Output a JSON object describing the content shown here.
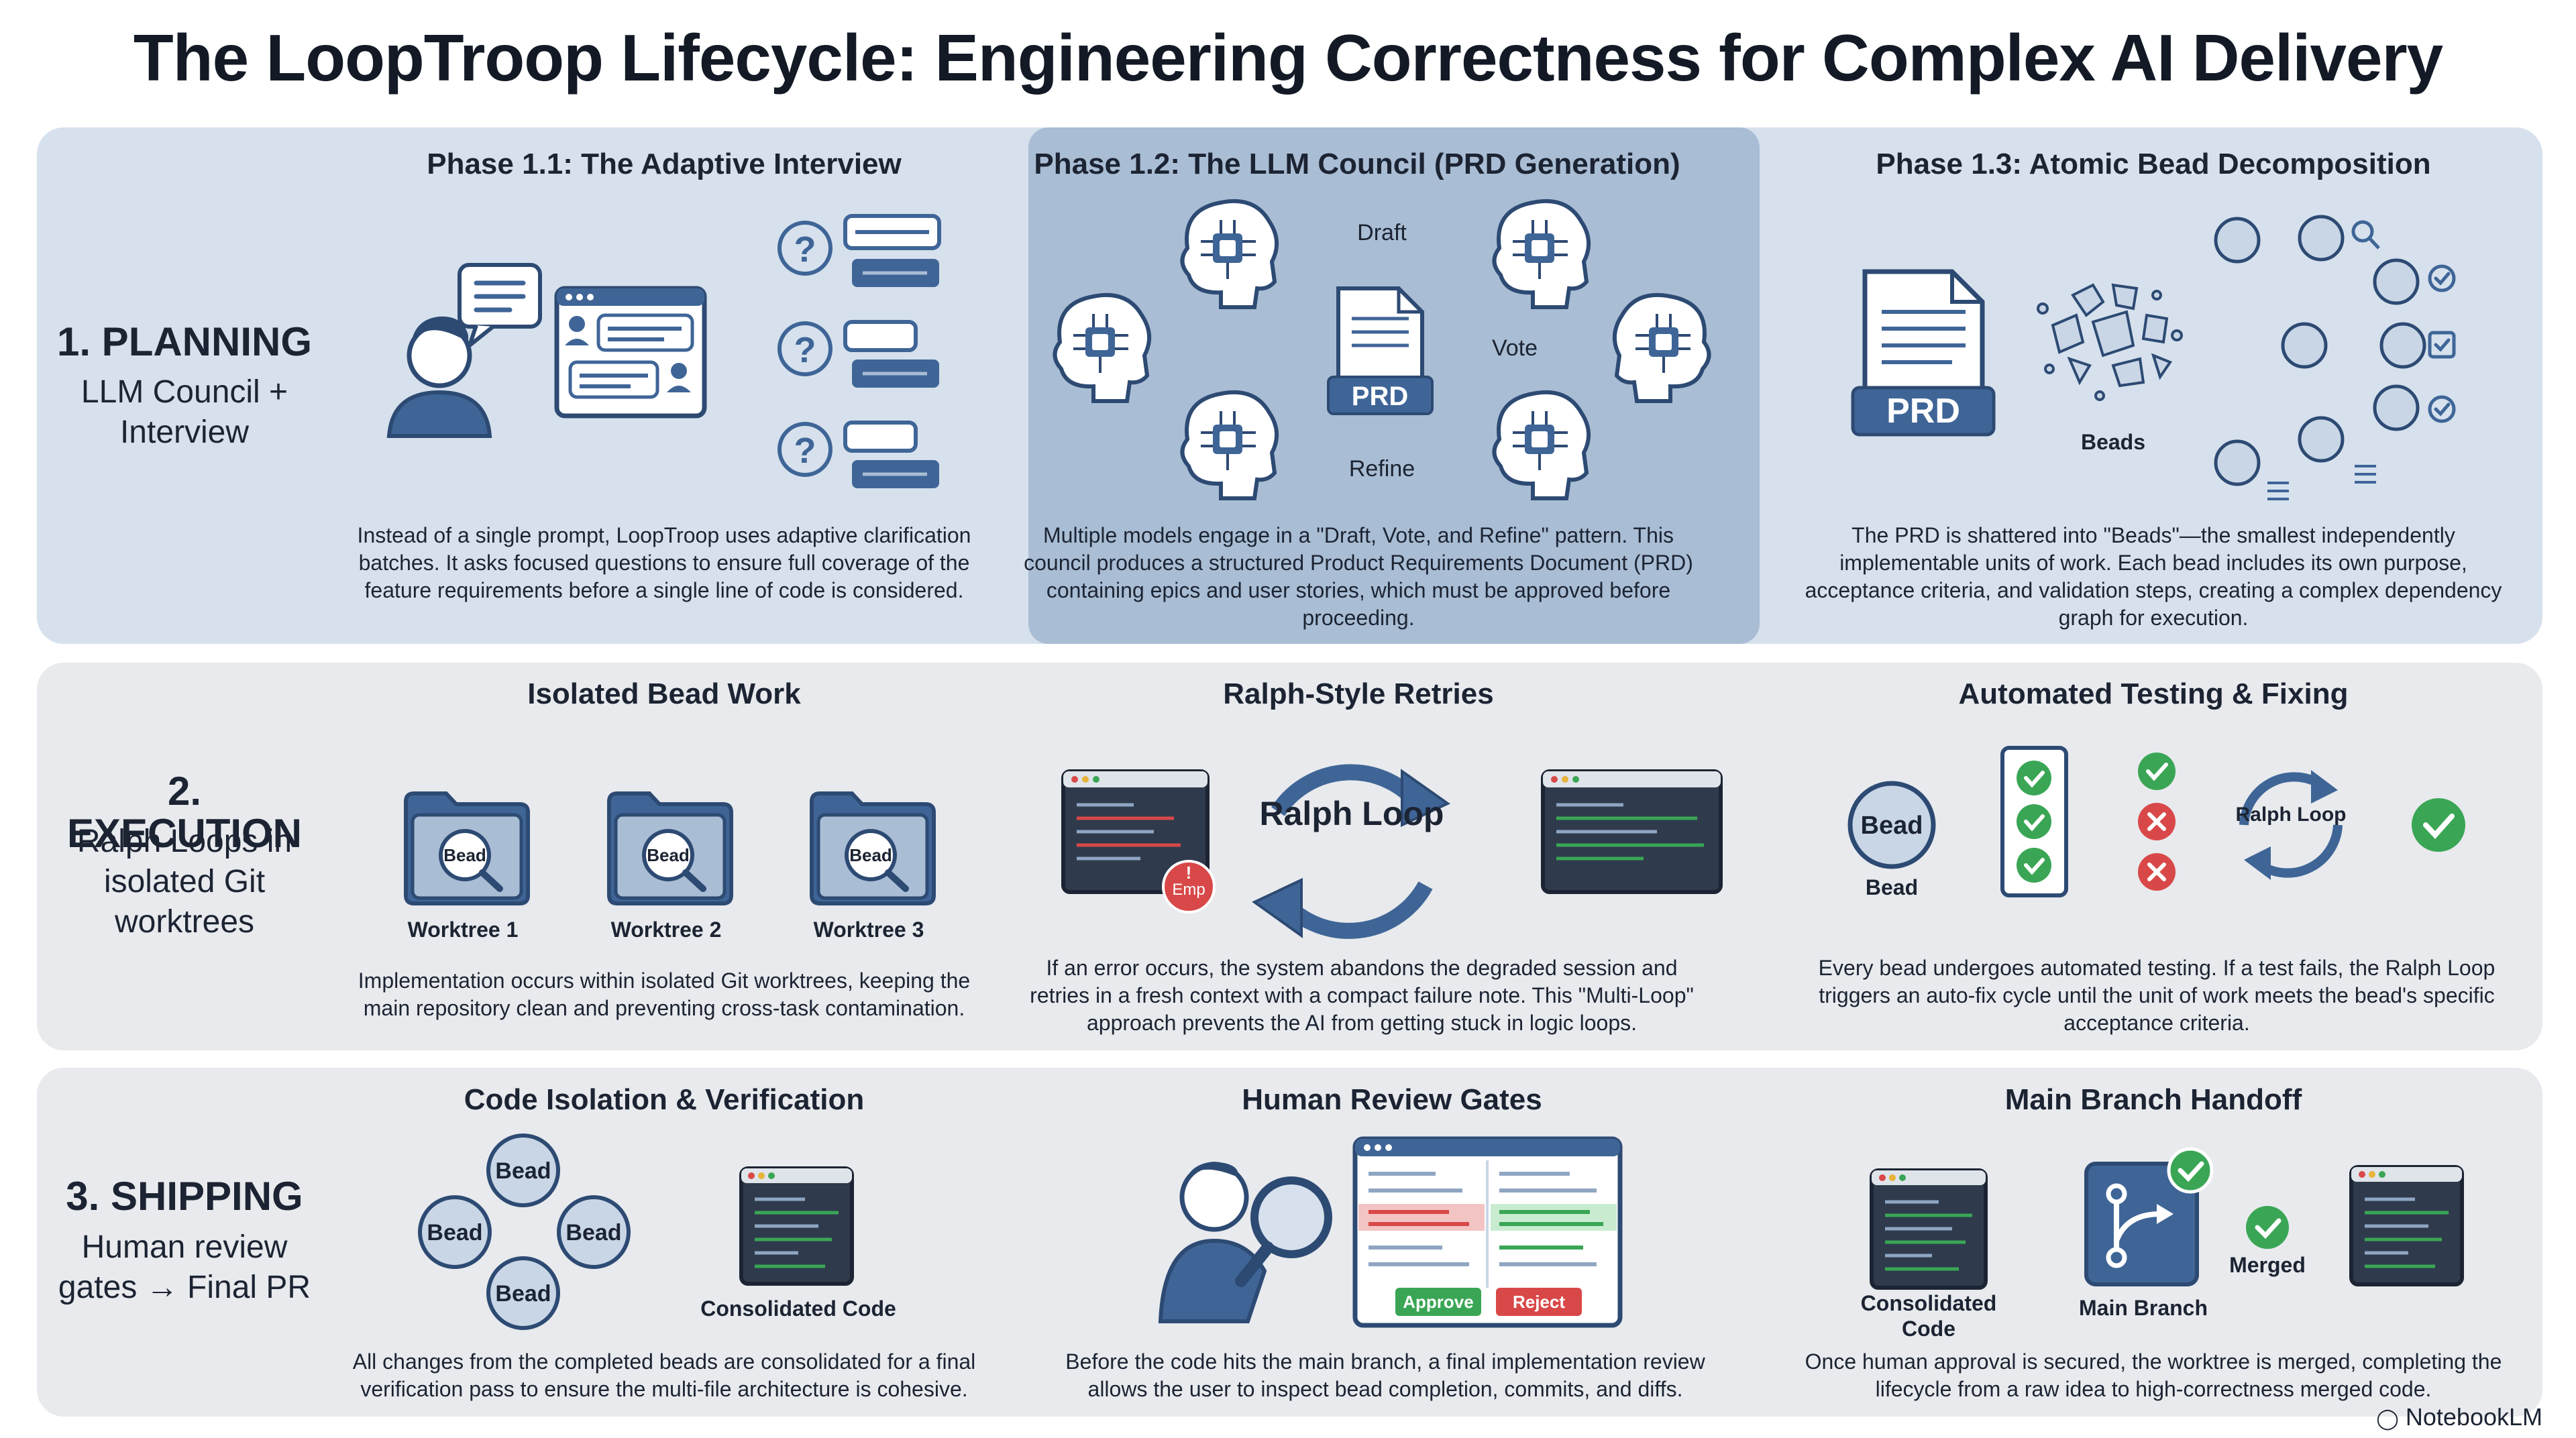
{
  "title": "The LoopTroop Lifecycle: Engineering Correctness for Complex AI Delivery",
  "colors": {
    "accent": "#3f6597",
    "light_band": "#d6e1ed",
    "grey_band": "#e8eaed",
    "highlight": "#a9bdd4",
    "success": "#3aa655",
    "error": "#d94848"
  },
  "phases": [
    {
      "title": "1. PLANNING",
      "subtitle": "LLM Council + Interview",
      "panels": [
        {
          "title": "Phase 1.1: The Adaptive Interview",
          "description": "Instead of a single prompt, LoopTroop uses adaptive clarification batches. It asks focused questions to ensure full coverage of the feature requirements before a single line of code is considered."
        },
        {
          "title": "Phase 1.2: The LLM Council (PRD Generation)",
          "labels": {
            "draft": "Draft",
            "vote": "Vote",
            "refine": "Refine",
            "prd": "PRD"
          },
          "description": "Multiple models engage in a \"Draft, Vote, and Refine\" pattern. This council produces a structured Product Requirements Document (PRD) containing epics and user stories, which must be approved before proceeding."
        },
        {
          "title": "Phase 1.3: Atomic Bead Decomposition",
          "labels": {
            "prd": "PRD",
            "beads": "Beads"
          },
          "description": "The PRD is shattered into \"Beads\"—the smallest independently implementable units of work. Each bead includes its own purpose, acceptance criteria, and validation steps, creating a complex dependency graph for execution."
        }
      ]
    },
    {
      "title": "2. EXECUTION",
      "subtitle": "Ralph Loops in isolated Git worktrees",
      "panels": [
        {
          "title": "Isolated Bead Work",
          "worktrees": [
            "Worktree 1",
            "Worktree 2",
            "Worktree 3"
          ],
          "bead_label": "Bead",
          "description": "Implementation occurs within isolated Git worktrees, keeping the main repository clean and preventing cross-task contamination."
        },
        {
          "title": "Ralph-Style Retries",
          "loop_label": "Ralph Loop",
          "error_badge": "Emp",
          "description": "If an error occurs, the system abandons the degraded session and retries in a fresh context with a compact failure note. This \"Multi-Loop\" approach prevents the AI from getting stuck in logic loops."
        },
        {
          "title": "Automated Testing & Fixing",
          "bead_label": "Bead",
          "loop_label": "Ralph Loop",
          "description": "Every bead undergoes automated testing. If a test fails, the Ralph Loop triggers an auto-fix cycle until the unit of work meets the bead's specific acceptance criteria."
        }
      ]
    },
    {
      "title": "3. SHIPPING",
      "subtitle": "Human review gates → Final PR",
      "panels": [
        {
          "title": "Code Isolation & Verification",
          "bead_label": "Bead",
          "code_label": "Consolidated Code",
          "description": "All changes from the completed beads are consolidated for a final verification pass to ensure the multi-file architecture is cohesive."
        },
        {
          "title": "Human Review Gates",
          "approve": "Approve",
          "reject": "Reject",
          "description": "Before the code hits the main branch, a final implementation review allows the user to inspect bead completion, commits, and diffs."
        },
        {
          "title": "Main Branch Handoff",
          "labels": {
            "consolidated": "Consolidated Code",
            "main_branch": "Main Branch",
            "merged": "Merged"
          },
          "description": "Once human approval is secured, the worktree is merged, completing the lifecycle from a raw idea to high-correctness merged code."
        }
      ]
    }
  ],
  "footer": "NotebookLM"
}
